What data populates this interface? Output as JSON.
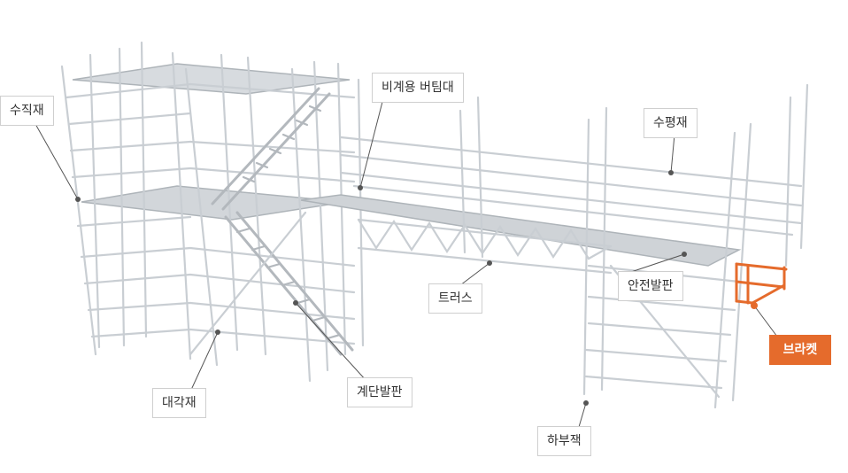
{
  "colors": {
    "frame": "#c9ced3",
    "frame_shadow": "#9aa1a7",
    "deck": "#b9bec3",
    "leader": "#555555",
    "accent": "#e56b2c"
  },
  "labels": {
    "vertical": "수직재",
    "anti_fall_rail": "비계용 버팀대",
    "horizontal": "수평재",
    "truss": "트러스",
    "safety_plank": "안전발판",
    "bracket": "브라켓",
    "diagonal": "대각재",
    "stair_plank": "계단발판",
    "base_jack": "하부잭"
  }
}
